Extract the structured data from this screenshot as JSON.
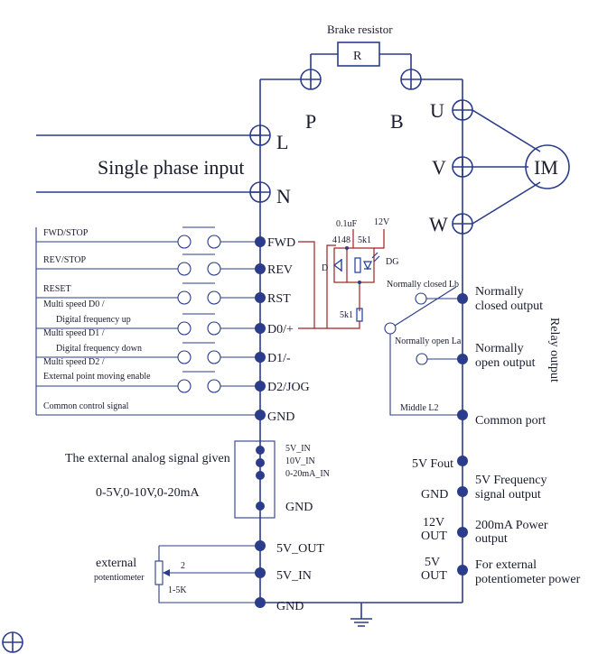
{
  "brake": {
    "title": "Brake resistor",
    "r_label": "R"
  },
  "power": {
    "p_label": "P",
    "b_label": "B",
    "l_label": "L",
    "n_label": "N",
    "single_phase": "Single phase input"
  },
  "motor": {
    "u": "U",
    "v": "V",
    "w": "W",
    "im": "IM"
  },
  "left_signals": {
    "fwd_stop": "FWD/STOP",
    "rev_stop": "REV/STOP",
    "reset": "RESET",
    "ms_d0_a": "Multi speed D0 /",
    "ms_d0_b": "Digital frequency  up",
    "ms_d1_a": "Multi speed D1 /",
    "ms_d1_b": "Digital frequency  down",
    "ms_d2": "Multi speed D2 /",
    "ext_enable": "External point moving enable",
    "common_ctrl": "Common control signal"
  },
  "terminals_mid": [
    "FWD",
    "REV",
    "RST",
    "D0/+",
    "D1/-",
    "D2/JOG",
    "GND"
  ],
  "optocoupler": {
    "cap": "0.1uF",
    "v12": "12V",
    "diode": "4148",
    "r1": "5k1",
    "dg": "DG",
    "d": "D",
    "r2": "5k1"
  },
  "analog": {
    "title": "The external analog signal given",
    "range": "0-5V,0-10V,0-20mA",
    "in1": "5V_IN",
    "in2": "10V_IN",
    "in3": "0-20mA_IN",
    "gnd": "GND"
  },
  "pot_block": {
    "out": "5V_OUT",
    "in": "5V_IN",
    "gnd": "GND",
    "ext_a": "external",
    "ext_b": "potentiometer",
    "range": "1-5K",
    "pin": "2"
  },
  "relay": {
    "nc_lb": "Normally closed Lb",
    "no_la": "Normally open La",
    "middle": "Middle L2",
    "nc_out_a": "Normally",
    "nc_out_b": "closed  output",
    "no_out_a": "Normally",
    "no_out_b": "open output",
    "common": "Common port",
    "side": "Relay output"
  },
  "right_out": {
    "fout": "5V Fout",
    "gnd": "GND",
    "v12": "12V",
    "out1": "OUT",
    "v5": "5V",
    "out2": "OUT",
    "freq_a": "5V Frequency",
    "freq_b": "signal output",
    "pwr_a": "200mA Power",
    "pwr_b": "output",
    "pot_a": "For external",
    "pot_b": "potentiometer power"
  }
}
